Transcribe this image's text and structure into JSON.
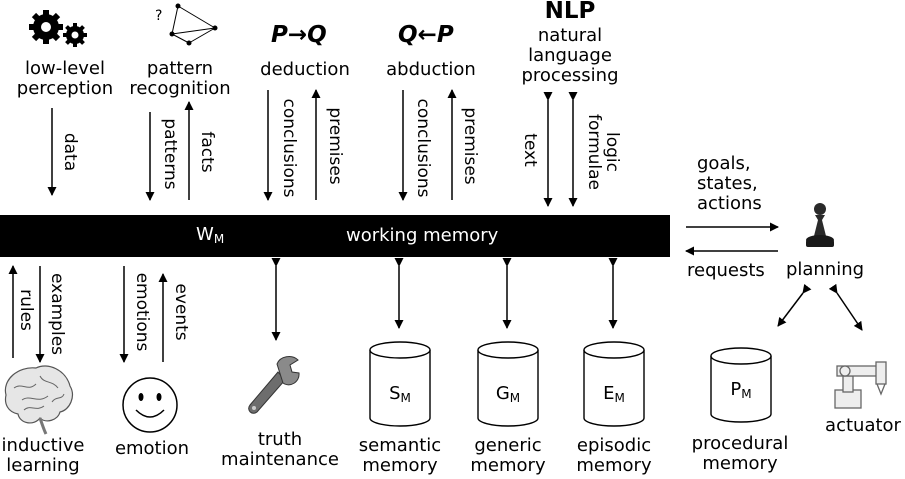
{
  "modules_top": [
    {
      "label": "low-level\nperception",
      "icon": "gears-icon"
    },
    {
      "label": "pattern\nrecognition",
      "icon": "graph-icon",
      "icon_text": "?"
    },
    {
      "label": "deduction",
      "symbol": "P→Q"
    },
    {
      "label": "abduction",
      "symbol": "Q←P"
    },
    {
      "label": "natural\nlanguage\nprocessing",
      "symbol": "NLP"
    }
  ],
  "top_flows": [
    {
      "label": "data"
    },
    {
      "label": "patterns"
    },
    {
      "label": "facts"
    },
    {
      "label": "conclusions"
    },
    {
      "label": "premises"
    },
    {
      "label": "conclusions"
    },
    {
      "label": "premises"
    },
    {
      "label": "text"
    },
    {
      "label": "logic\nformulae"
    }
  ],
  "working_memory": {
    "symbol": "W",
    "symbol_sub": "M",
    "label": "working memory"
  },
  "bottom_flows": [
    {
      "label": "rules"
    },
    {
      "label": "examples"
    },
    {
      "label": "emotions"
    },
    {
      "label": "events"
    }
  ],
  "modules_bottom": [
    {
      "label": "inductive\nlearning",
      "icon": "brain-icon"
    },
    {
      "label": "emotion",
      "icon": "smiley-icon"
    },
    {
      "label": "truth\nmaintenance",
      "icon": "wrench-icon"
    },
    {
      "label": "semantic\nmemory",
      "symbol": "S",
      "symbol_sub": "M"
    },
    {
      "label": "generic\nmemory",
      "symbol": "G",
      "symbol_sub": "M"
    },
    {
      "label": "episodic\nmemory",
      "symbol": "E",
      "symbol_sub": "M"
    },
    {
      "label": "procedural\nmemory",
      "symbol": "P",
      "symbol_sub": "M"
    }
  ],
  "planning": {
    "label": "planning",
    "icon": "chess-pawn-icon",
    "goals_label": "goals,\nstates,\nactions",
    "requests_label": "requests"
  },
  "actuator": {
    "label": "actuator",
    "icon": "robot-arm-icon"
  }
}
